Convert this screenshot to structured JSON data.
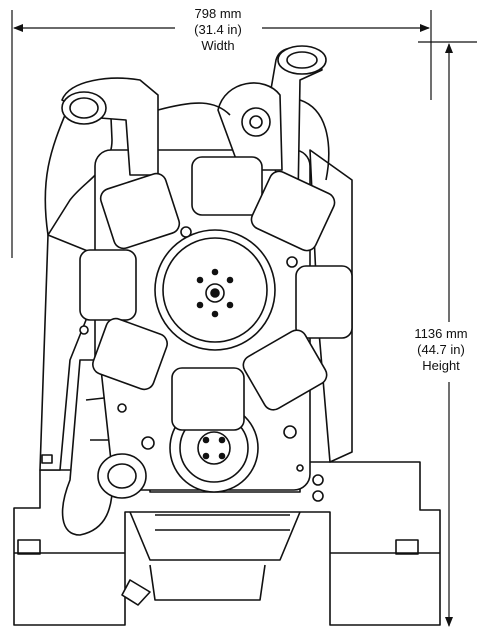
{
  "dimensions": {
    "width": {
      "metric": "798 mm",
      "imperial": "(31.4 in)",
      "name": "Width"
    },
    "height": {
      "metric": "1136 mm",
      "imperial": "(44.7 in)",
      "name": "Height"
    }
  },
  "colors": {
    "line": "#111111",
    "fill": "#ffffff",
    "shade": "#e8e8e8"
  }
}
